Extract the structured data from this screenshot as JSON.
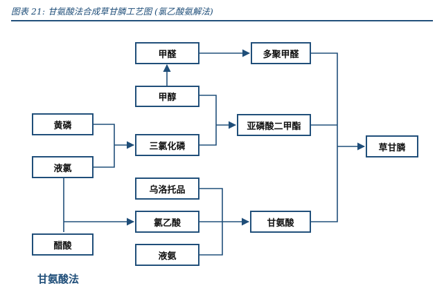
{
  "caption": "图表 21: 甘氨酸法合成草甘膦工艺图 (氯乙酸氨解法)",
  "method_label": "甘氨酸法",
  "colors": {
    "accent": "#1f4e79",
    "text": "#111111",
    "background": "#ffffff"
  },
  "nodes": {
    "formaldehyde": "甲醛",
    "paraformaldehyde": "多聚甲醛",
    "methanol": "甲醇",
    "yellow_phosphorus": "黄磷",
    "phosphorus_trichloride": "三氯化磷",
    "dimethyl_phosphite": "亚磷酸二甲酯",
    "liquid_chlorine": "液氯",
    "glyphosate": "草甘膦",
    "urotropine": "乌洛托品",
    "chloroacetic_acid": "氯乙酸",
    "glycine": "甘氨酸",
    "acetic_acid": "醋酸",
    "liquid_ammonia": "液氨"
  }
}
